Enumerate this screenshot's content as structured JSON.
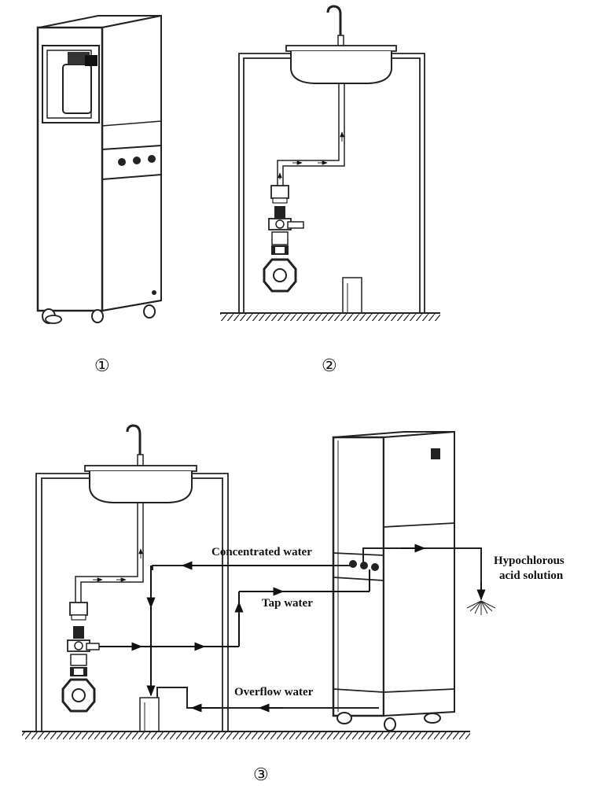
{
  "panels": [
    {
      "number": "①"
    },
    {
      "number": "②"
    },
    {
      "number": "③"
    }
  ],
  "flow_labels": {
    "concentrated_water": "Concentrated water",
    "tap_water": "Tap water",
    "overflow_water": "Overflow water",
    "hypochlorous_line1": "Hypochlorous",
    "hypochlorous_line2": "acid solution"
  },
  "colors": {
    "line": "#222222",
    "background": "#ffffff"
  }
}
